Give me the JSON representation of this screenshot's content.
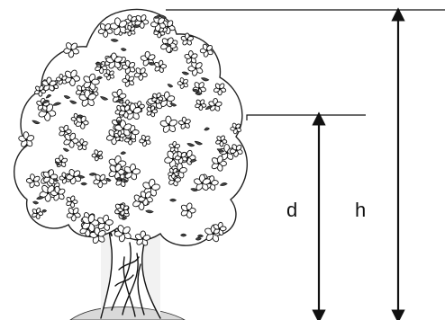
{
  "figure": {
    "subject_icon": "blossoming-tree",
    "colors": {
      "ink": "#111111",
      "background": "#ffffff",
      "petal": "#ffffff"
    }
  },
  "dimensions": {
    "d_label": "d",
    "h_label": "h"
  }
}
